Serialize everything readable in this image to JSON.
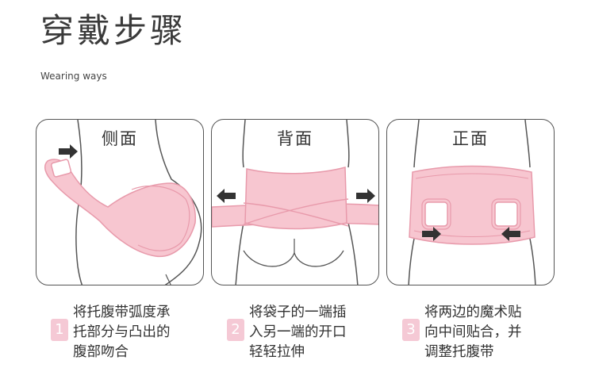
{
  "header": {
    "title": "穿戴步骤",
    "subtitle": "Wearing ways"
  },
  "panels": [
    {
      "label": "侧面"
    },
    {
      "label": "背面"
    },
    {
      "label": "正面"
    }
  ],
  "steps": [
    {
      "number": "1",
      "lines": [
        "将托腹带弧度承",
        "托部分与凸出的",
        "腹部吻合"
      ]
    },
    {
      "number": "2",
      "lines": [
        "将袋子的一端插",
        "入另一端的开口",
        "轻轻拉伸"
      ]
    },
    {
      "number": "3",
      "lines": [
        "将两边的魔术贴",
        "向中间贴合，并",
        "调整托腹带"
      ]
    }
  ],
  "colors": {
    "belt_fill": "#f7c6d0",
    "belt_stroke": "#e89aab",
    "outline": "#555555",
    "badge": "#f5c9d5"
  }
}
